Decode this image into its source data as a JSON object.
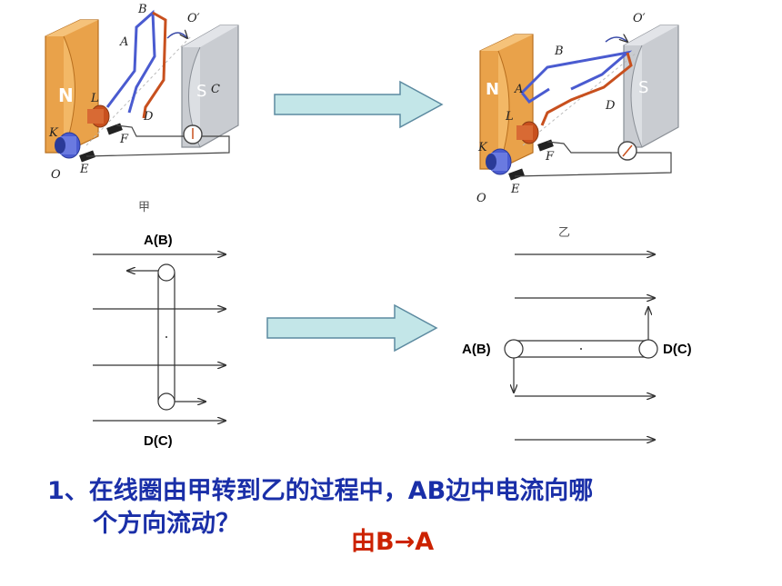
{
  "top_left": {
    "caption": "甲",
    "letters": {
      "B": "B",
      "O_prime": "O′",
      "A": "A",
      "N": "N",
      "S": "S",
      "C": "C",
      "L": "L",
      "D": "D",
      "K": "K",
      "F": "F",
      "O": "O",
      "E": "E"
    }
  },
  "top_right": {
    "caption": "乙",
    "letters": {
      "O_prime": "O′",
      "B": "B",
      "N": "N",
      "A": "A",
      "S": "S",
      "L": "L",
      "D": "D",
      "K": "K",
      "F": "F",
      "O": "O",
      "E": "E"
    }
  },
  "bottom_left": {
    "label_top": "A(B)",
    "label_bottom": "D(C)"
  },
  "bottom_right": {
    "label_left": "A(B)",
    "label_right": "D(C)"
  },
  "question": {
    "line1": "1、在线圈由甲转到乙的过程中，AB边中电流向哪",
    "line2": "个方向流动？"
  },
  "answer": "由B→A",
  "colors": {
    "text_blue": "#1a2fa8",
    "answer_red": "#cc2200",
    "arrow_fill": "#c3e6e8",
    "arrow_stroke": "#5c8aa0",
    "magnet_n": "#e9a24a",
    "magnet_s": "#c9ccd1",
    "coil_blue": "#4a5bd0",
    "coil_orange": "#c8501e"
  }
}
